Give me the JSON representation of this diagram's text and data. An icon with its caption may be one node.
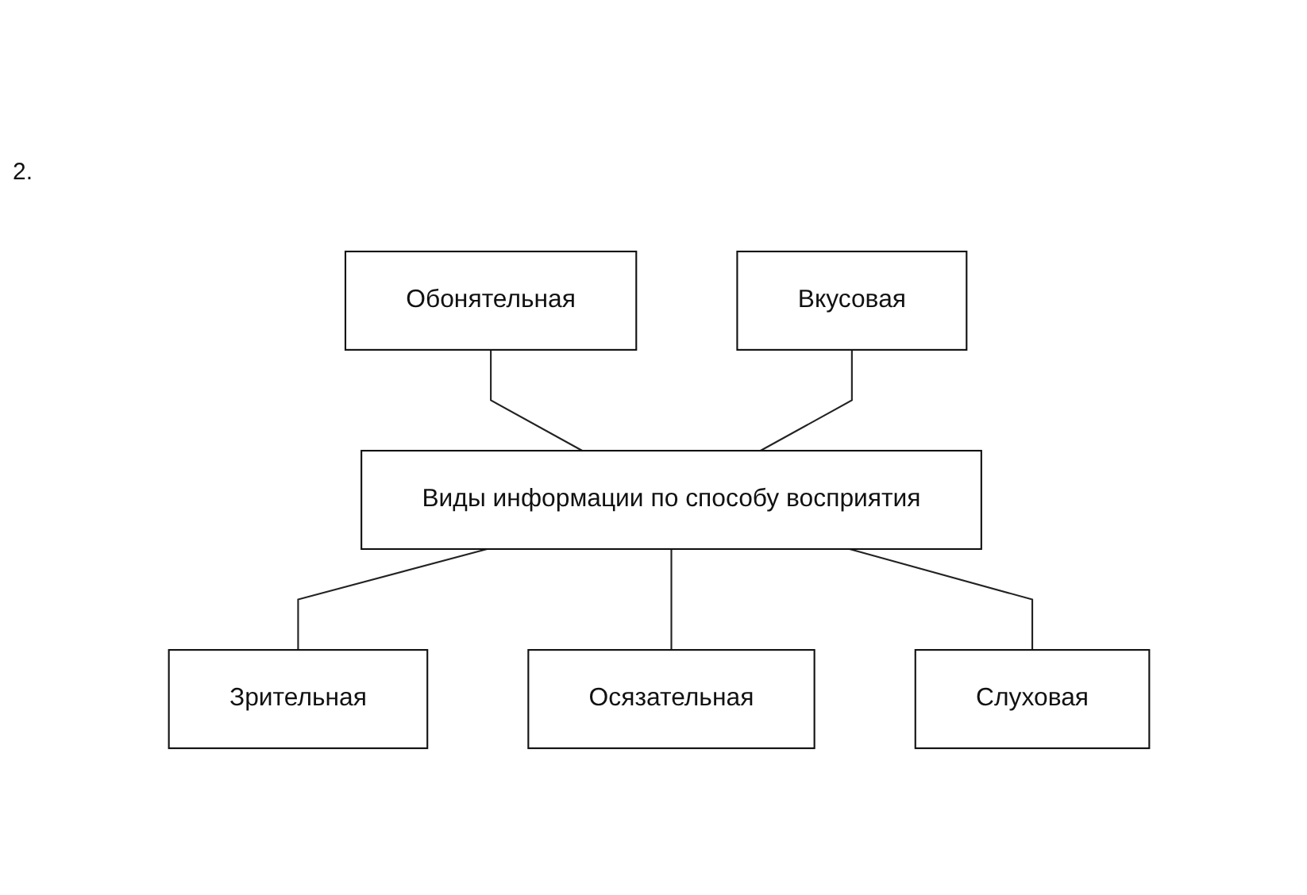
{
  "diagram": {
    "nodes": [
      {
        "text": [
          "Обонятельная"
        ]
      },
      {
        "text": [
          "Вкусовая"
        ]
      },
      {
        "text": [
          "Виды информации по способу восприятия"
        ]
      },
      {
        "text": [
          "Зрительная"
        ]
      },
      {
        "text": [
          "Осязательная"
        ]
      },
      {
        "text": [
          "Слуховая"
        ]
      }
    ],
    "edges": [
      {
        "from": 0,
        "to": 2,
        "arrow": "none"
      },
      {
        "from": 1,
        "to": 2,
        "arrow": "none"
      },
      {
        "from": 2,
        "to": 3,
        "arrow": "none"
      },
      {
        "from": 2,
        "to": 4,
        "arrow": "none"
      },
      {
        "from": 2,
        "to": 5,
        "arrow": "none"
      }
    ],
    "labels": [
      "2."
    ]
  }
}
